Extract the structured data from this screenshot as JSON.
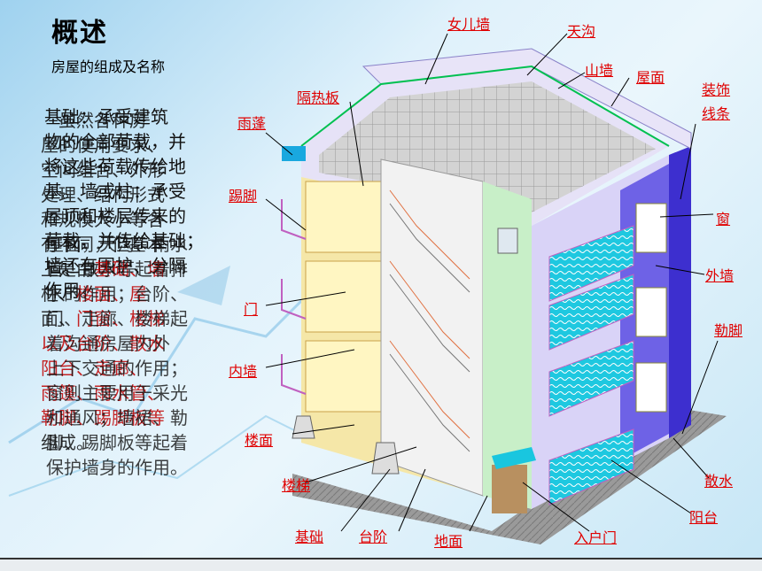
{
  "slide": {
    "title": "概述",
    "subtitle": "房屋的组成及名称",
    "overlapping_text_layer_1": [
      "基础：承受建筑",
      "物的全部荷载，并",
      "将这些荷载传给地",
      "基。墙或柱：承受",
      "屋顶和楼层传来的",
      "荷载，并传给基础；",
      "墙还有围护、分隔",
      "作用。"
    ],
    "overlapping_text_layer_2": [
      "　虽然各种房",
      "屋的使用要求、",
      "空间组合、外形",
      "处理、结构形式",
      "和规模大小等各",
      "有不同，但基本",
      "上是由",
      "柱、",
      "面、",
      "以及台阶、",
      "阳台、",
      "雨篷、",
      "勒脚、",
      "组成。"
    ],
    "red_keywords": [
      "基础、墙",
      "楼面、屋",
      "门窗、楼梯",
      "散水",
      "走廊、",
      "雨水管、",
      "踢脚板等"
    ],
    "overlapping_text_layer_3": [
      "屋面，天沟、雨水",
      "管、散水等起着排",
      "水的作用；台阶、",
      "门、走廊、楼梯起",
      "着沟通房屋内外",
      "上下交通的作用；",
      "窗则主要用于采光",
      "和通风；墙裙、勒",
      "脚、踢脚板等起着",
      "保护墙身的作用。"
    ]
  },
  "labels": {
    "nv_er_qiang": "女儿墙",
    "tian_gou": "天沟",
    "shan_qiang": "山墙",
    "wu_mian": "屋面",
    "ge_re_ban": "隔热板",
    "zhuang_shi_xian_tiao_1": "装饰",
    "zhuang_shi_xian_tiao_2": "线条",
    "yu_peng": "雨蓬",
    "ti_jiao": "踢脚",
    "chuang": "窗",
    "wai_qiang": "外墙",
    "men": "门",
    "le_jiao": "勒脚",
    "nei_qiang": "内墙",
    "lou_mian": "楼面",
    "san_shui": "散水",
    "lou_ti": "楼梯",
    "yang_tai": "阳台",
    "ji_chu": "基础",
    "tai_jie": "台阶",
    "di_mian": "地面",
    "ru_hu_men": "入户门"
  },
  "colors": {
    "label_red": "#e00000",
    "keyword_red": "#c00000",
    "facade_blue": "#5a4fd8",
    "side_lilac": "#d8d2f6",
    "roof_gray": "#cfcfcf",
    "floor_yellow": "#fff3b0",
    "balcony_cyan": "#19c6df",
    "parapet_lavender": "#e6e2f7",
    "eave_green": "#00c050"
  }
}
